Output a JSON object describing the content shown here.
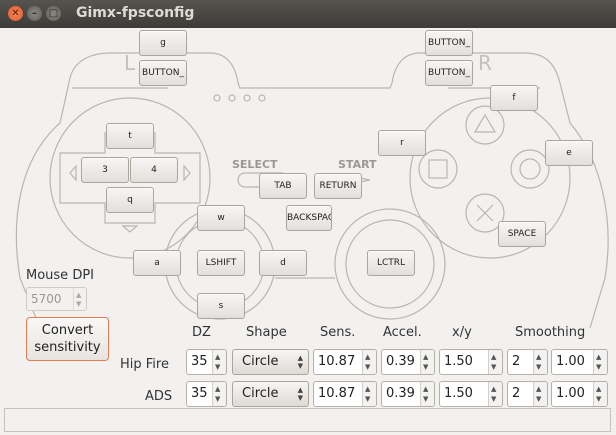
{
  "window": {
    "title": "Gimx-fpsconfig"
  },
  "colors": {
    "titlebar": "#3c3b37",
    "close": "#e05a2a",
    "focus_border": "#e27b4f"
  },
  "icons": {
    "close": "close-icon",
    "minimize": "minimize-icon",
    "maximize": "maximize-icon"
  },
  "pad": {
    "letters": {
      "l": "L",
      "r": "R"
    },
    "select": "SELECT",
    "start": "START",
    "buttons": {
      "l2": "g",
      "l1": "BUTTON_",
      "r2": "BUTTON_",
      "r1": "BUTTON_",
      "up": "t",
      "left": "3",
      "right": "4",
      "down": "q",
      "select": "TAB",
      "start": "RETURN",
      "ps": "BACKSPACE",
      "triangle": "f",
      "square": "r",
      "circle": "e",
      "cross": "SPACE",
      "ls_up": "w",
      "ls_left": "a",
      "ls_center": "LSHIFT",
      "ls_right": "d",
      "ls_down": "s",
      "rs_center": "LCTRL"
    }
  },
  "mouse_dpi": {
    "label": "Mouse DPI",
    "value": "5700"
  },
  "convert_button": {
    "line1": "Convert",
    "line2": "sensitivity"
  },
  "table": {
    "headers": {
      "dz": "DZ",
      "shape": "Shape",
      "sens": "Sens.",
      "accel": "Accel.",
      "xy": "x/y",
      "smoothing": "Smoothing"
    },
    "hip": {
      "label": "Hip Fire",
      "dz": "35",
      "shape": "Circle",
      "sens": "10.87",
      "accel": "0.39",
      "xy": "1.50",
      "buf": "2",
      "filter": "1.00"
    },
    "ads": {
      "label": "ADS",
      "dz": "35",
      "shape": "Circle",
      "sens": "10.87",
      "accel": "0.39",
      "xy": "1.50",
      "buf": "2",
      "filter": "1.00"
    }
  },
  "status": {
    "text": ""
  }
}
